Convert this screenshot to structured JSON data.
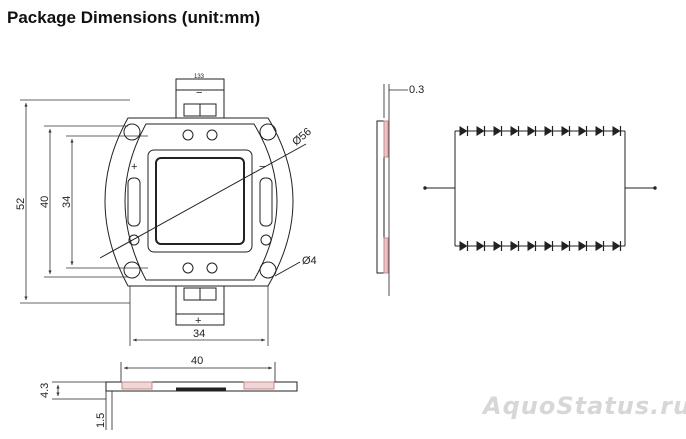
{
  "title": "Package Dimensions (unit:mm)",
  "dimensions": {
    "overall_height": "52",
    "body_height": "40",
    "window_height": "34",
    "window_width": "34",
    "body_width": "40",
    "diagonal": "Ø56",
    "hole": "Ø4",
    "lead_width": "133",
    "side_thickness": "0.3",
    "total_height": "4.3",
    "base_thickness": "1.5"
  },
  "polarity": {
    "top": "−",
    "bottom": "+",
    "left": "+",
    "right": "−"
  },
  "circuit": {
    "top_row_leds": 10,
    "bottom_row_leds": 10
  },
  "watermark": "AquoStatus.ru",
  "colors": {
    "line": "#222222",
    "pad": "#c98a8a",
    "dim": "#333333"
  }
}
